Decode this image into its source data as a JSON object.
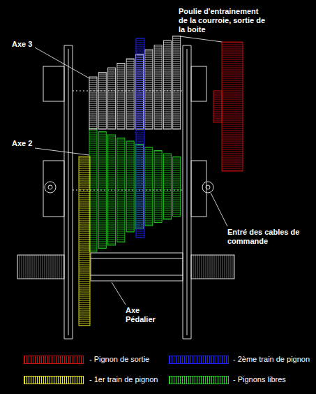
{
  "diagram": {
    "labels": [
      "Poulie d'entrainement de la courroie, sortie de la boite",
      "Axe 3",
      "Axe 2",
      "Entré des cables de commande",
      "Axe Pédalier"
    ],
    "legend": [
      {
        "text": "- Pignon de sortie",
        "color": "#cc1111"
      },
      {
        "text": "- 2ème train de pignon",
        "color": "#2222ff"
      },
      {
        "text": "- 1er train de pignon",
        "color": "#e8e820"
      },
      {
        "text": "- Pignons libres",
        "color": "#22cc22"
      }
    ]
  }
}
